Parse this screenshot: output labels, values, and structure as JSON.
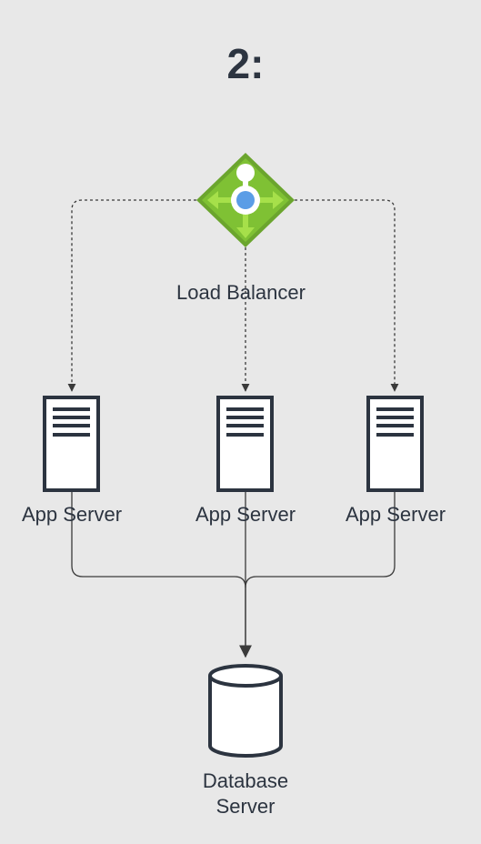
{
  "title": "2:",
  "nodes": {
    "load_balancer": {
      "label": "Load Balancer"
    },
    "app_server_1": {
      "label": "App Server"
    },
    "app_server_2": {
      "label": "App Server"
    },
    "app_server_3": {
      "label": "App Server"
    },
    "database": {
      "label_line1": "Database",
      "label_line2": "Server"
    }
  },
  "icons": {
    "load_balancer": "load-balancer-icon",
    "app_server": "server-icon",
    "database": "database-icon"
  },
  "colors": {
    "background": "#e8e8e8",
    "ink": "#2c3440",
    "connector": "#3a3a3a",
    "lb_outer": "#6ba52e",
    "lb_inner": "#7fc134",
    "lb_arrows": "#a6e04a",
    "lb_center": "#5b9de6"
  }
}
